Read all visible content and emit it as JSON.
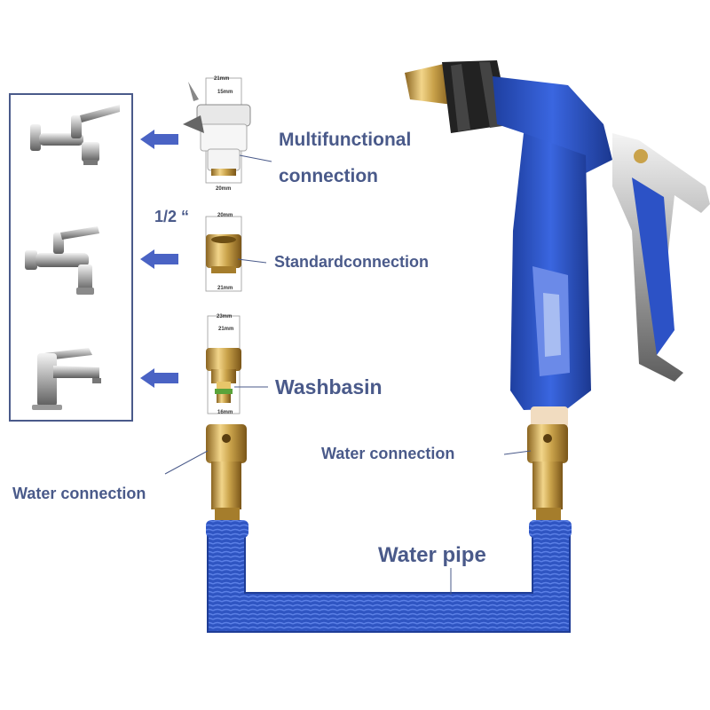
{
  "labels": {
    "multifunctional_line1": "Multifunctional",
    "multifunctional_line2": "connection",
    "half_inch": "1/2 “",
    "standard": "Standardconnection",
    "washbasin": "Washbasin",
    "water_connection_right": "Water connection",
    "water_connection_left": "Water connection",
    "water_pipe": "Water pipe"
  },
  "dimensions": {
    "multi_top_outer": "21mm",
    "multi_top_inner": "15mm",
    "multi_bottom": "20mm",
    "std_top": "20mm",
    "std_bottom": "21mm",
    "wash_top_outer": "23mm",
    "wash_top_inner": "21mm",
    "wash_bottom": "16mm"
  },
  "colors": {
    "label_text": "#4a5a8a",
    "arrow_blue": "#4a63c4",
    "hose_blue": "#2f55c2",
    "brass": "#c9a24a",
    "frame": "#4a5a8a"
  },
  "icons": [
    "wall-faucet-icon",
    "garden-faucet-icon",
    "basin-faucet-icon",
    "spray-gun-icon"
  ]
}
